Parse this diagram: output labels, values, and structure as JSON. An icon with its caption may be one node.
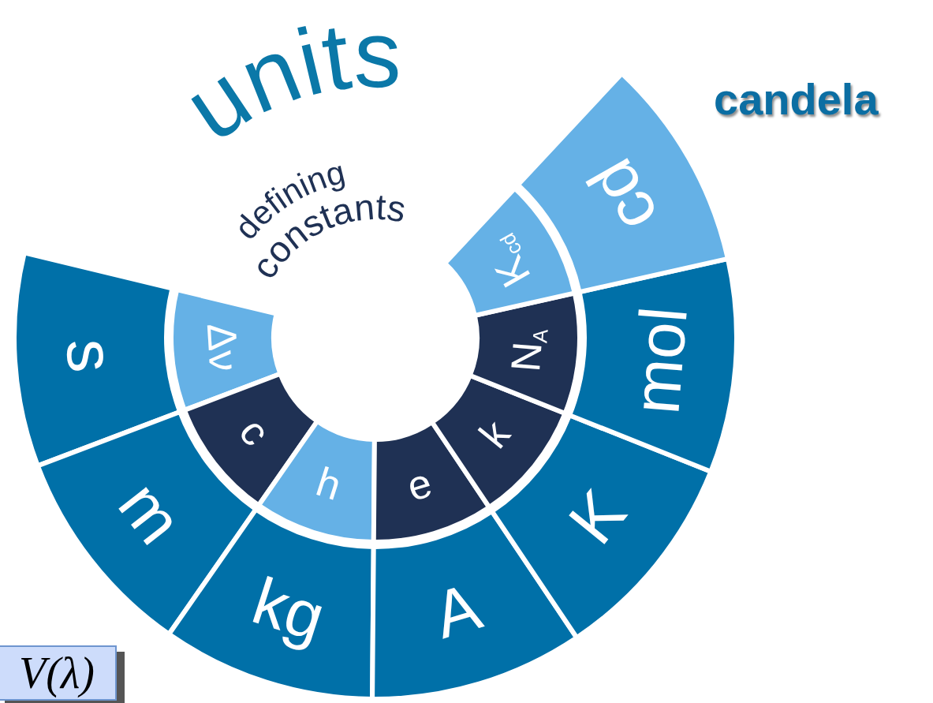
{
  "diagram": {
    "nodes": [
      {
        "text": [
          "s"
        ]
      },
      {
        "text": [
          "m"
        ]
      },
      {
        "text": [
          "kg"
        ]
      },
      {
        "text": [
          "A"
        ]
      },
      {
        "text": [
          "K"
        ]
      },
      {
        "text": [
          "mol"
        ]
      },
      {
        "text": [
          "cd"
        ]
      },
      {
        "text": [
          "Δν"
        ]
      },
      {
        "text": [
          "c"
        ]
      },
      {
        "text": [
          "h"
        ]
      },
      {
        "text": [
          "e"
        ]
      },
      {
        "text": [
          "k"
        ]
      },
      {
        "text": [
          "N$_{A}$"
        ]
      },
      {
        "text": [
          "K$_{cd}$"
        ]
      },
      {
        "text": [
          "V(λ)"
        ]
      }
    ],
    "edges": [],
    "labels": [
      "units",
      "defining",
      "constants",
      "candela"
    ]
  }
}
